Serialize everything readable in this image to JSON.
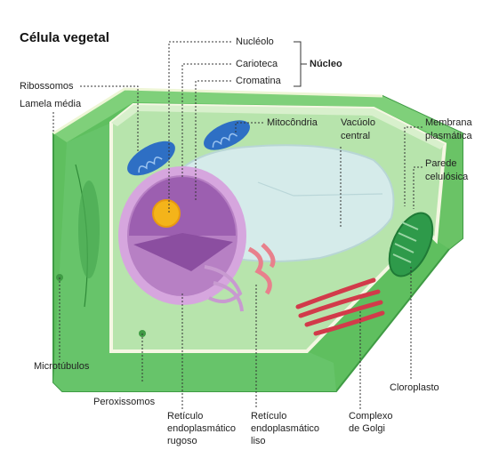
{
  "title": "Célula vegetal",
  "labels": {
    "nucleolo": "Nucléolo",
    "carioteca": "Carioteca",
    "cromatina": "Cromatina",
    "nucleo": "Núcleo",
    "ribossomos": "Ribossomos",
    "lamela_media": "Lamela média",
    "mitocondria": "Mitocôndria",
    "vacuolo_l1": "Vacúolo",
    "vacuolo_l2": "central",
    "membrana_l1": "Membrana",
    "membrana_l2": "plasmática",
    "parede_l1": "Parede",
    "parede_l2": "celulósica",
    "microtubulos": "Microtúbulos",
    "peroxissomos": "Peroxissomos",
    "rer_l1": "Retículo",
    "rer_l2": "endoplasmático",
    "rer_l3": "rugoso",
    "rel_l1": "Retículo",
    "rel_l2": "endoplasmático",
    "rel_l3": "liso",
    "golgi_l1": "Complexo",
    "golgi_l2": "de Golgi",
    "cloroplasto": "Cloroplasto"
  },
  "colors": {
    "cell_wall": "#5fbf5f",
    "cytoplasm": "#a8dca0",
    "vacuole": "#d7ecee",
    "nucleus": "#a866b8",
    "nucleolus": "#f4b41a",
    "rough_er": "#c89ad0",
    "smooth_er": "#e8808c",
    "golgi": "#d23a4a",
    "mitochondria": "#2e6fc4",
    "chloroplast": "#2e9a4a",
    "leader_line": "#333333"
  }
}
